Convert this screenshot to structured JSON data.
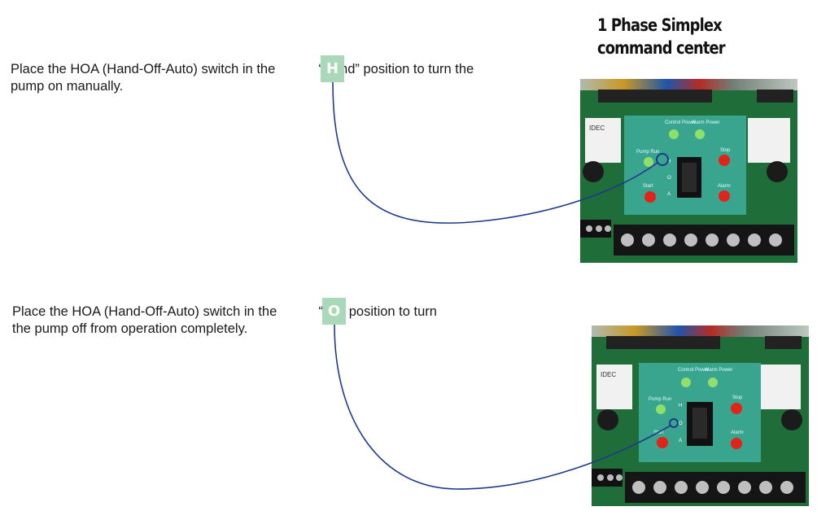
{
  "header": {
    "title_line1": "1 Phase Simplex",
    "title_line2": "command center"
  },
  "instructions": [
    {
      "text_before_badge": "Place the HOA (Hand-Off-Auto) switch in the",
      "badge_letter": "H",
      "text_after_badge": "“Hand” position to turn the",
      "line2": "pump on manually."
    },
    {
      "text_before_badge": "Place the HOA (Hand-Off-Auto) switch in the",
      "badge_letter": "O",
      "text_after_badge": "“Off” position to turn",
      "line2": "the pump off from operation completely."
    }
  ],
  "panel_labels": {
    "control_power": "Control Power",
    "alarm_power": "Alarm Power",
    "pump_run": "Pump Run",
    "stop": "Stop",
    "start": "Start",
    "alarm": "Alarm",
    "hoa_h": "H",
    "hoa_o": "O",
    "hoa_a": "A",
    "brand": "IDEC"
  },
  "colors": {
    "badge": "#a9d9b8",
    "leader_line": "#1f3a8a",
    "faceplate": "#3aa58f",
    "board": "#1f7a3d",
    "green_led": "#8ee06a",
    "red_led": "#e2231a"
  }
}
